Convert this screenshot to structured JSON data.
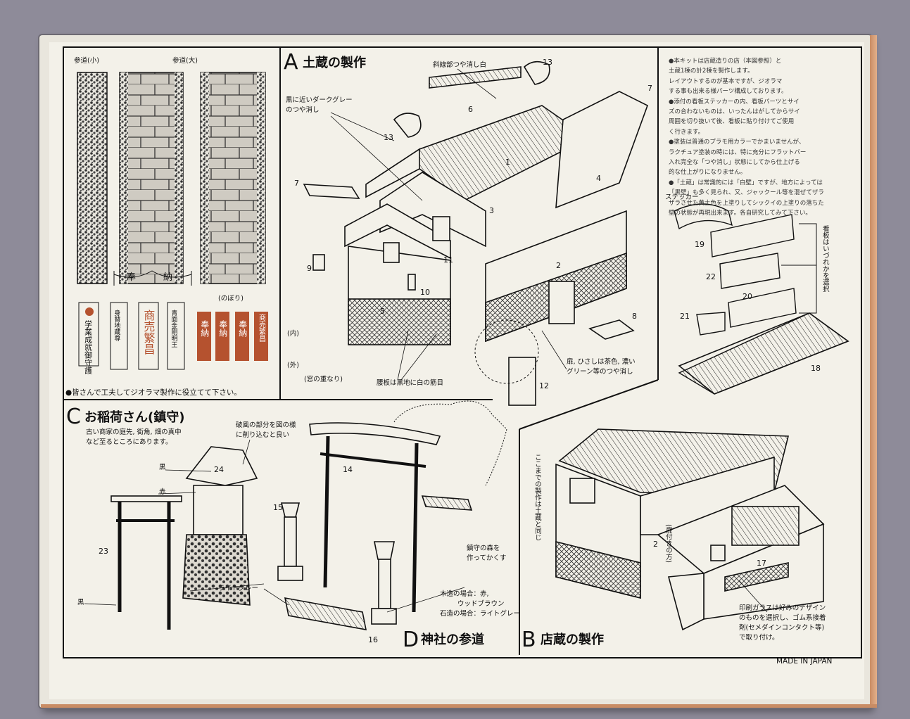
{
  "left_panel": {
    "path_small": "参道(小)",
    "path_large": "参道(大)",
    "hounou": [
      "奉",
      "納"
    ],
    "nobori": "(のぼり)",
    "footnote": "●皆さんで工夫してジオラマ製作に役立てて下さい。",
    "plaques": [
      "学業成就御守護",
      "身替地蔵尊",
      "商売繁昌",
      "青面金剛明王"
    ],
    "banners_red": [
      "奉納",
      "奉納",
      "奉納",
      "商売繁昌"
    ]
  },
  "section_a": {
    "letter": "A",
    "title": "土蔵の製作",
    "label_roof_side": "斜線部つや消し白",
    "label_dark_gray_1": "黒に近いダークグレー",
    "label_dark_gray_2": "のつや消し",
    "label_inner": "(内)",
    "label_outer": "(外)",
    "label_window": "(窓の重なり)",
    "label_wall": "腰板は黒地に白の筋目",
    "label_door_1": "扉, ひさしは茶色, 濃い",
    "label_door_2": "グリーン等のつや消し",
    "parts": [
      "1",
      "2",
      "3",
      "4",
      "5",
      "6",
      "7",
      "7",
      "8",
      "9",
      "10",
      "11",
      "12",
      "13",
      "13"
    ]
  },
  "notes": {
    "lines": [
      "●本キットは店蔵造りの店（本図参照）と",
      "土蔵1棟の計2棟を製作します。",
      "レイアウトするのが基本ですが、ジオラマ",
      "する事も出来る様パーツ構成しております。",
      "●添付の看板ステッカーの内、看板パーツとサイ",
      "ズの合わないものは、いったんはがしてからサイ",
      "周囲を切り抜いて後、看板に貼り付けてご使用",
      "く行きます。",
      "●塗装は普通のプラモ用カラーでかまいませんが、",
      "ラクチュア塗装の時には、特に充分にフラットバー",
      "入れ完全な「つや消し」状態にしてから仕上げる",
      "的な仕上がりになりません。",
      "●「土蔵」は常識的には「白壁」ですが、地方によっては",
      "「黒壁」も多く見られ、又、ジャックール等を混ぜてザラ",
      "ザラさせた黄土色を上塗りしてシックイの上塗りの落ちた",
      "壁の状態が再現出来ます。各自研究してみて下さい。"
    ],
    "sticker_label": "ステッカー",
    "signboard_label": "看板はいづれかを選択",
    "parts": [
      "19",
      "20",
      "21",
      "22",
      "18"
    ]
  },
  "section_c": {
    "letter": "C",
    "title": "お稲荷さん(鎮守)",
    "desc_1": "古い商家の庭先, 街角, 畑の真中",
    "desc_2": "など至るところにあります。",
    "label_wind_1": "破風の部分を図の様",
    "label_wind_2": "に削り込むと良い",
    "label_black": "黒",
    "label_red": "赤",
    "label_black_2": "黒",
    "label_light_gray": "ライトグレー",
    "parts": [
      "23",
      "24"
    ]
  },
  "section_d": {
    "letter": "D",
    "title": "神社の参道",
    "label_forest_1": "鎮守の森を",
    "label_forest_2": "作ってかくす",
    "label_wood": "木造の場合：赤,",
    "label_wood_2": "ウッドブラウン",
    "label_stone": "石造の場合：ライトグレー",
    "parts": [
      "14",
      "15",
      "16"
    ]
  },
  "section_b": {
    "letter": "B",
    "title": "店蔵の製作",
    "vertical_note": "ここまでの製作は土蔵と同じ",
    "label_door_side": "(扉付きの方)",
    "label_glass_1": "印刷ガラスは好みのデザイン",
    "label_glass_2": "のものを選択し、ゴム系接着",
    "label_glass_3": "剤(セメダインコンタクト等)",
    "label_glass_4": "で取り付け。",
    "parts": [
      "2",
      "17"
    ]
  },
  "made_in": "MADE IN JAPAN",
  "colors": {
    "background": "#8e8b99",
    "paper": "#f3f1e9",
    "red_banner": "#b5522f",
    "ink": "#111111"
  }
}
